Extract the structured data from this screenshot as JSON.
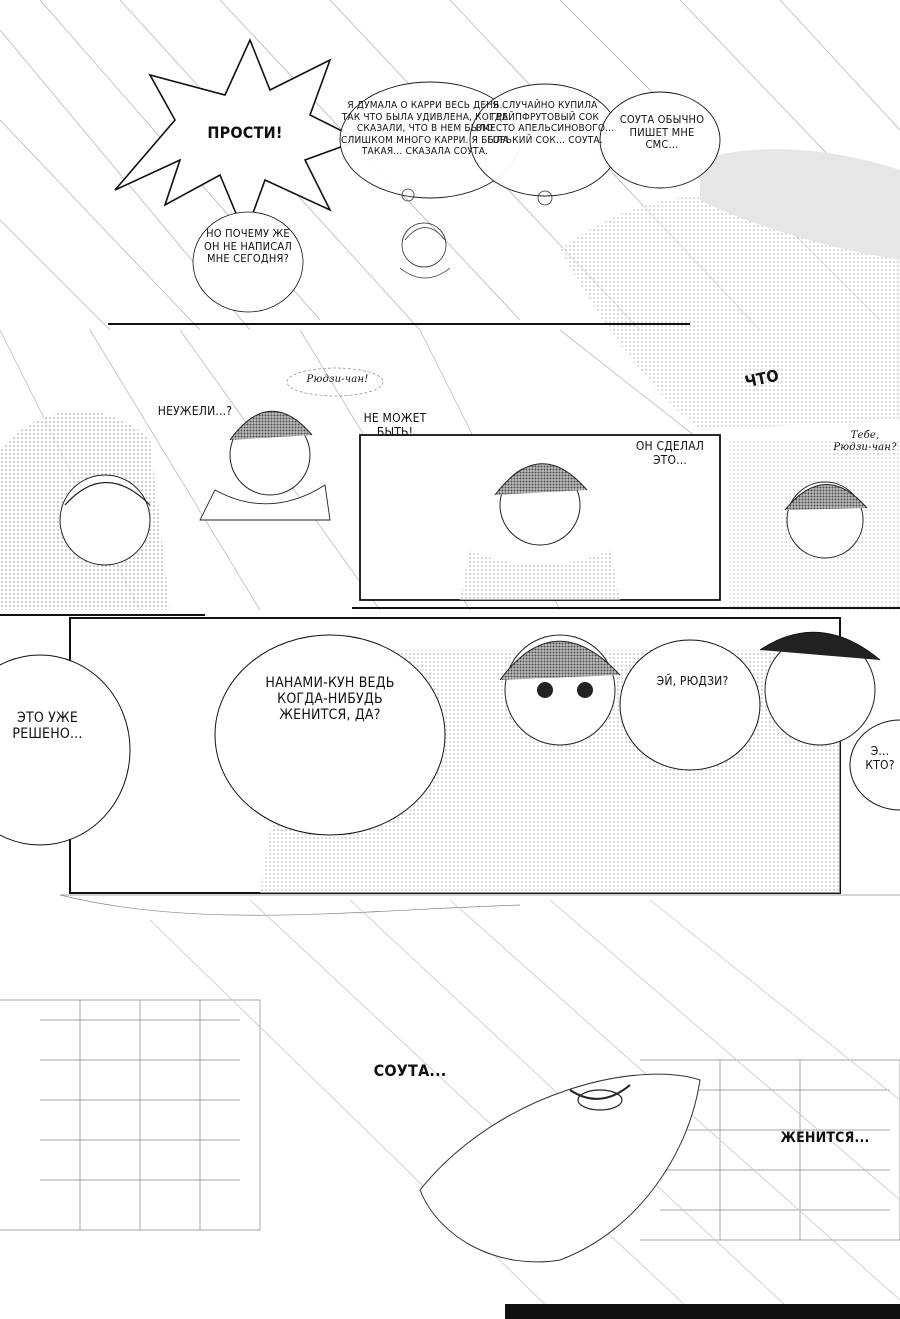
{
  "dialogue": {
    "shout": "Прости!",
    "bubble_carrot": "Я думала о карри весь день. Так что была удивлена, когда сказали, что в нем было слишком много карри. Я была такая... сказала Соута.",
    "bubble_juice": "Я случайно купила грейпфрутовый сок вместо апельсинового... горький сок... Соута.",
    "bubble_souta": "Соута обычно пишет мне смс...",
    "bubble_not_write": "Но почему же он не написал мне сегодня?",
    "bubble_neuzheli": "Неужели...?",
    "side_hand_top": "Рюдзи-чан!",
    "bubble_ne_mozhet": "Не может быть!",
    "sfx_chto": "ЧТО",
    "bubble_on_sdelal": "Он сделал это...",
    "side_hand_right": "Тебе, Рюдзи-чан?",
    "bubble_nanamin": "Нанами-кун ведь когда-нибудь женится, да?",
    "bubble_eto_uzhe": "Это уже решено...",
    "bubble_ei": "Эй, Рюдзи?",
    "bubble_edge": "Э... кто?",
    "caption_souta": "Соута...",
    "caption_zhenitsya": "Женится..."
  },
  "colors": {
    "ink": "#111111",
    "paper": "#ffffff",
    "tone_light": "#cfcfcf",
    "tone_mid": "#9a9a9a",
    "tone_dark": "#555555"
  }
}
